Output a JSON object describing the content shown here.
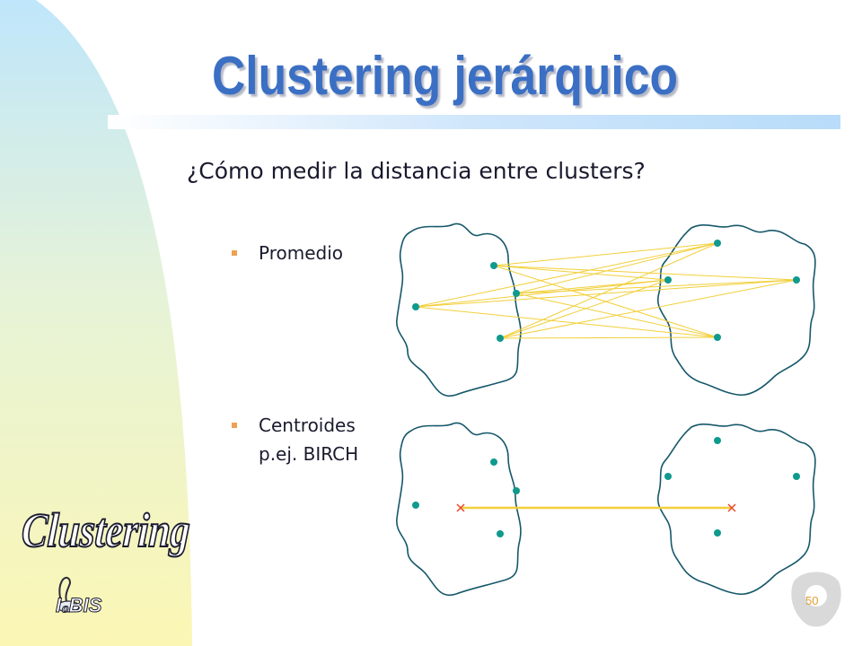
{
  "slide": {
    "title": "Clustering jerárquico",
    "subtitle": "¿Cómo medir la distancia entre clusters?",
    "bullets": [
      {
        "lines": [
          "Promedio"
        ]
      },
      {
        "lines": [
          "Centroides",
          "p.ej. BIRCH"
        ]
      }
    ],
    "page_number": "50",
    "side_wordart": "Clustering",
    "logo": "I₀BIS",
    "colors": {
      "title": "#3a6fc4",
      "cluster_outline": "#16586a",
      "point": "#0f9a8e",
      "link": "#f2cf3a",
      "centroid": "#e8482a",
      "bullet": "#f0a050",
      "page_number": "#e0a030"
    }
  }
}
